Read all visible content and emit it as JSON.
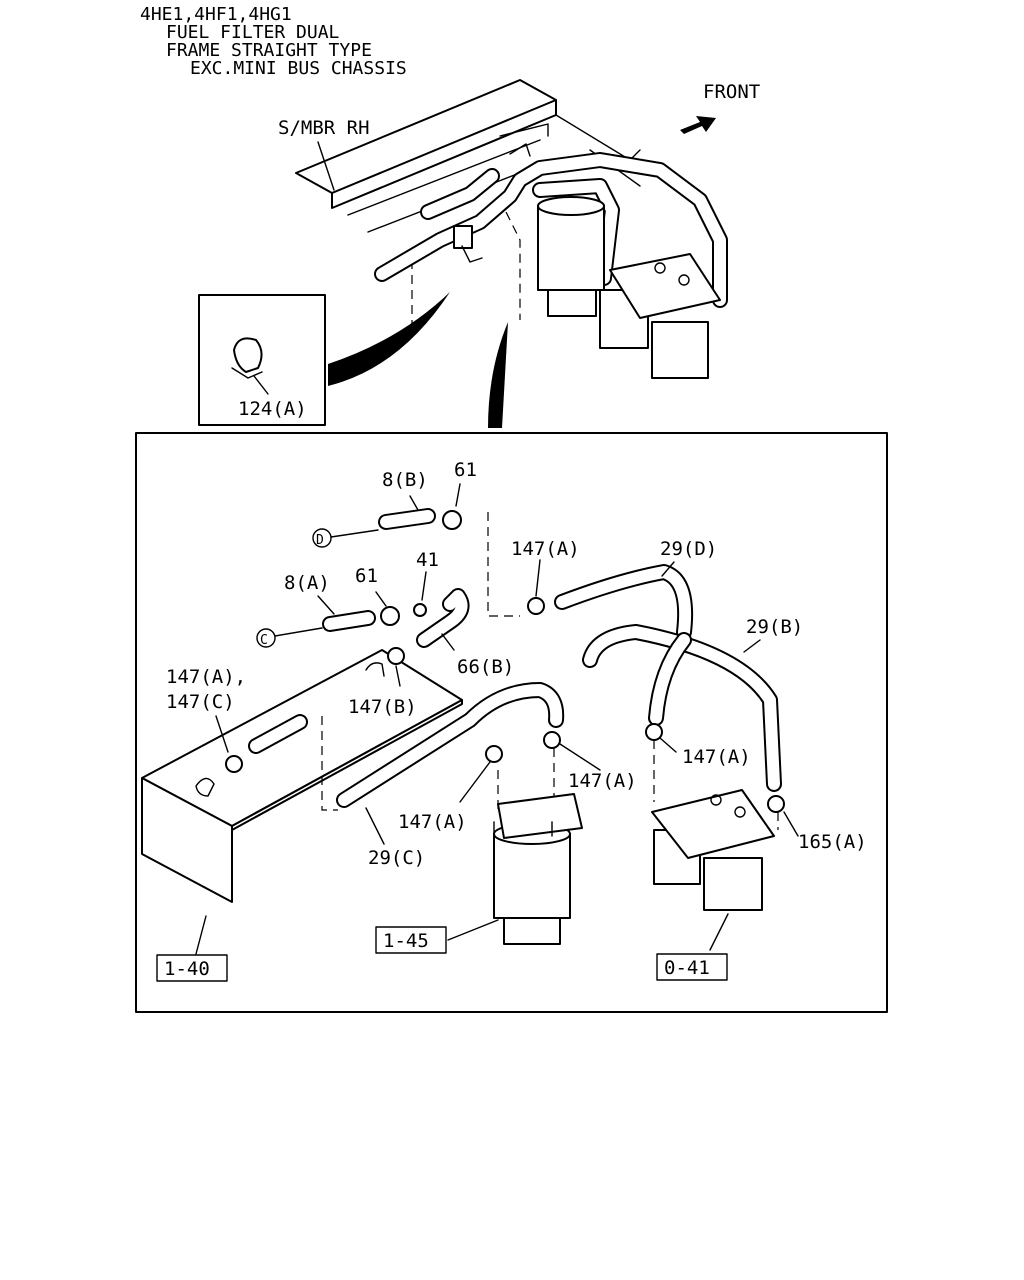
{
  "header": {
    "line1": "4HE1,4HF1,4HG1",
    "line2": "FUEL FILTER DUAL",
    "line3": "FRAME STRAIGHT TYPE",
    "line4": "EXC.MINI BUS CHASSIS"
  },
  "overview": {
    "front_label": "FRONT",
    "member_label": "S/MBR RH",
    "clip_callout": "124(A)"
  },
  "parts": {
    "p8b": "8(B)",
    "p61_top": "61",
    "p147a_top": "147(A)",
    "p29d": "29(D)",
    "p29b": "29(B)",
    "p8a": "8(A)",
    "p61_mid": "61",
    "p41": "41",
    "p66b": "66(B)",
    "p147ac_1": "147(A),",
    "p147ac_2": "147(C)",
    "p147b": "147(B)",
    "p147a_right": "147(A)",
    "p147a_center": "147(A)",
    "p147a_left": "147(A)",
    "p165a": "165(A)",
    "p29c": "29(C)",
    "ref_tank": "1-40",
    "ref_filter_single": "1-45",
    "ref_filter_dual": "0-41",
    "conn_d": "D",
    "conn_c": "C"
  }
}
